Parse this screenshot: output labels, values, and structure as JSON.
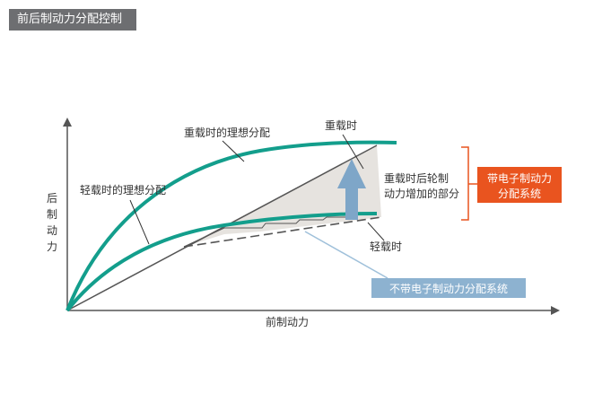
{
  "header": {
    "title": "前后制动力分配控制"
  },
  "axes": {
    "y_label": [
      "后",
      "制",
      "动",
      "力"
    ],
    "x_label": "前制动力"
  },
  "labels": {
    "heavy_ideal": "重载时的理想分配",
    "light_ideal": "轻载时的理想分配",
    "heavy_load": "重载时",
    "light_load": "轻载时",
    "increase_line1": "重载时后轮制",
    "increase_line2": "动力增加的部分"
  },
  "callouts": {
    "with_ebd_line1": "带电子制动力",
    "with_ebd_line2": "分配系统",
    "without_ebd": "不带电子制动力分配系统"
  },
  "colors": {
    "curve": "#139e8c",
    "shade": "#e6e3df",
    "arrow_up": "#7ea6c8",
    "ebd_box": "#e9541f",
    "no_ebd_box": "#8db2d0",
    "axis": "#555555",
    "header_bg": "#6d6e71"
  }
}
